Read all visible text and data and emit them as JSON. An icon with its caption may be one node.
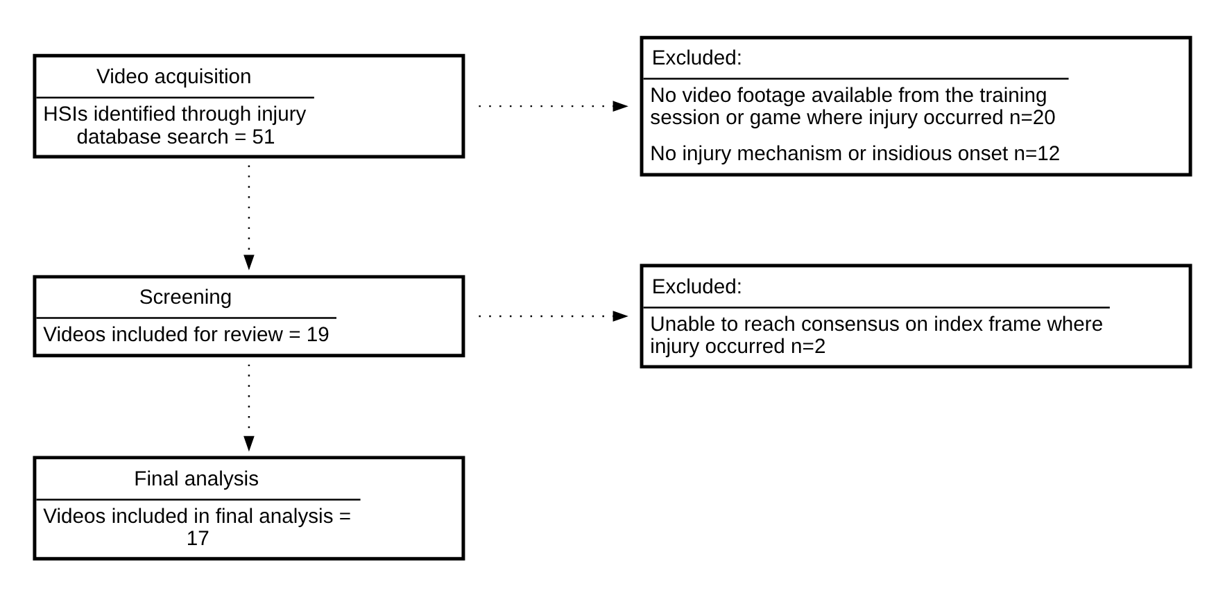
{
  "diagram": {
    "nodes": [
      {
        "text": [
          "Video acquisition",
          "HSIs identified through injury database search = 51"
        ]
      },
      {
        "text": [
          "Excluded:",
          "No video footage available from the training session or game where injury occurred n=20",
          "No injury mechanism or insidious onset n=12"
        ]
      },
      {
        "text": [
          "Screening",
          "Videos included for review = 19"
        ]
      },
      {
        "text": [
          "Excluded:",
          "Unable to reach consensus on index frame where injury occurred n=2"
        ]
      },
      {
        "text": [
          "Final analysis",
          "Videos included in final analysis = 17"
        ]
      }
    ],
    "edges": [
      {
        "from": 0,
        "to": 1,
        "arrow": "to",
        "style": "dashed"
      },
      {
        "from": 0,
        "to": 2,
        "arrow": "to",
        "style": "dashed"
      },
      {
        "from": 2,
        "to": 3,
        "arrow": "to",
        "style": "dashed"
      },
      {
        "from": 2,
        "to": 4,
        "arrow": "to",
        "style": "dashed"
      }
    ]
  }
}
